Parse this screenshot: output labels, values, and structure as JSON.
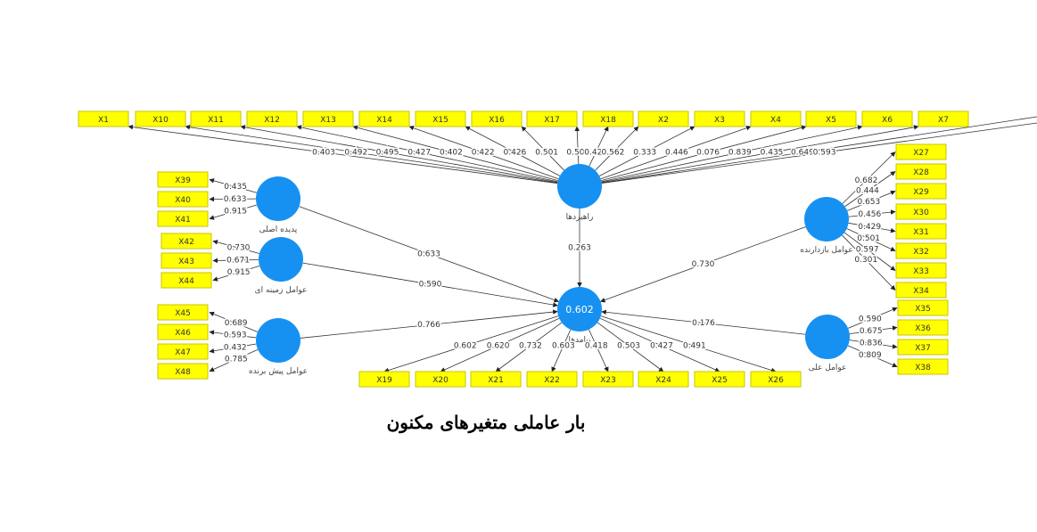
{
  "title": "بار عاملی متغیرهای مکنون",
  "colors": {
    "node": "#1691f2",
    "indicator": "#ffff00",
    "edge": "#333333"
  },
  "constructs": {
    "strategies": {
      "name": "راهبردها",
      "indicators": [
        {
          "name": "X1",
          "loading": "0.403"
        },
        {
          "name": "X10",
          "loading": "0.492"
        },
        {
          "name": "X11",
          "loading": "0.495"
        },
        {
          "name": "X12",
          "loading": "0.427"
        },
        {
          "name": "X13",
          "loading": "0.402"
        },
        {
          "name": "X14",
          "loading": "0.422"
        },
        {
          "name": "X15",
          "loading": "0.426"
        },
        {
          "name": "X16",
          "loading": "0.501"
        },
        {
          "name": "X17",
          "loading": "0.504"
        },
        {
          "name": "X18",
          "loading": "0.429"
        },
        {
          "name": "X2",
          "loading": "0.562"
        },
        {
          "name": "X3",
          "loading": "0.333"
        },
        {
          "name": "X4",
          "loading": "0.446"
        },
        {
          "name": "X5",
          "loading": "0.076"
        },
        {
          "name": "X6",
          "loading": "0.839"
        },
        {
          "name": "X7",
          "loading": "0.435"
        },
        {
          "name": null,
          "loading": "0.649"
        },
        {
          "name": null,
          "loading": "0.593"
        }
      ]
    },
    "outcomes": {
      "name": "پیامدها",
      "value": "0.602",
      "indicators": [
        {
          "name": "X19",
          "loading": "0.602"
        },
        {
          "name": "X20",
          "loading": "0.620"
        },
        {
          "name": "X21",
          "loading": "0.732"
        },
        {
          "name": "X22",
          "loading": "0.603"
        },
        {
          "name": "X23",
          "loading": "0.418"
        },
        {
          "name": "X24",
          "loading": "0.503"
        },
        {
          "name": "X25",
          "loading": "0.427"
        },
        {
          "name": "X26",
          "loading": "0.491"
        }
      ]
    },
    "core": {
      "name": "پدیده اصلی",
      "indicators": [
        {
          "name": "X39",
          "loading": "0.435"
        },
        {
          "name": "X40",
          "loading": "0.633"
        },
        {
          "name": "X41",
          "loading": "0.915"
        }
      ]
    },
    "context": {
      "name": "عوامل زمینه ای",
      "indicators": [
        {
          "name": "X42",
          "loading": "0.730"
        },
        {
          "name": "X43",
          "loading": "0.671"
        },
        {
          "name": "X44",
          "loading": "0.915"
        }
      ]
    },
    "drivers": {
      "name": "عوامل پیش برنده",
      "indicators": [
        {
          "name": "X45",
          "loading": "0.689"
        },
        {
          "name": "X46",
          "loading": "0.593"
        },
        {
          "name": "X47",
          "loading": "0.432"
        },
        {
          "name": "X48",
          "loading": "0.785"
        }
      ]
    },
    "inhibitors": {
      "name": "عوامل بازدارنده",
      "indicators": [
        {
          "name": "X27",
          "loading": "0.682"
        },
        {
          "name": "X28",
          "loading": "0.444"
        },
        {
          "name": "X29",
          "loading": "0.653"
        },
        {
          "name": "X30",
          "loading": "0.456"
        },
        {
          "name": "X31",
          "loading": "0.429"
        },
        {
          "name": "X32",
          "loading": "0.501"
        },
        {
          "name": "X33",
          "loading": "0.597"
        },
        {
          "name": "X34",
          "loading": "0.301"
        }
      ]
    },
    "causal": {
      "name": "عوامل علی",
      "indicators": [
        {
          "name": "X35",
          "loading": "0.590"
        },
        {
          "name": "X36",
          "loading": "0.675"
        },
        {
          "name": "X37",
          "loading": "0.836"
        },
        {
          "name": "X38",
          "loading": "0.809"
        }
      ]
    }
  },
  "paths": [
    {
      "from": "core",
      "to": "outcomes",
      "coef": "0.633"
    },
    {
      "from": "context",
      "to": "outcomes",
      "coef": "0.590"
    },
    {
      "from": "drivers",
      "to": "outcomes",
      "coef": "0.766"
    },
    {
      "from": "strategies",
      "to": "outcomes",
      "coef": "0.263"
    },
    {
      "from": "inhibitors",
      "to": "outcomes",
      "coef": "0.730"
    },
    {
      "from": "causal",
      "to": "outcomes",
      "coef": "0.176"
    }
  ]
}
